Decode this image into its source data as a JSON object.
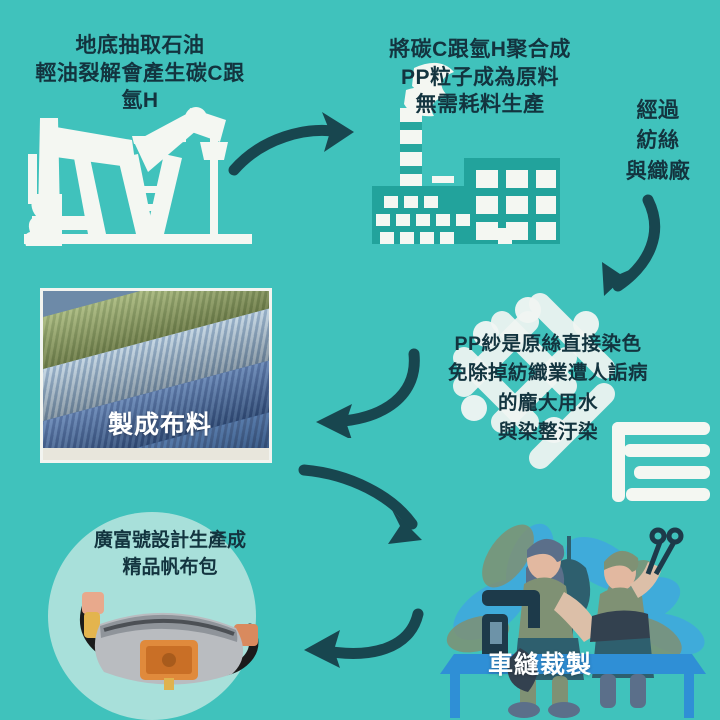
{
  "background_color": "#40c2bc",
  "ink_color": "#13343f",
  "steps": [
    {
      "id": "oil-extraction",
      "caption": "地底抽取石油\n輕油裂解會產生碳C跟\n氫H",
      "icon": "oil-pumpjack-icon"
    },
    {
      "id": "polymerization",
      "caption": "將碳C跟氫H聚合成\nPP粒子成為原料\n無需耗料生產",
      "icon": "factory-icon"
    },
    {
      "id": "spinning-weaving",
      "caption": "經過\n紡絲\n與織廠",
      "icon": "none"
    },
    {
      "id": "dope-dyeing",
      "caption": "PP紗是原絲直接染色\n免除掉紡織業遭人詬病\n的龐大用水\n與染整汙染",
      "icon": "yarn-weave-icon"
    },
    {
      "id": "fabric",
      "label": "製成布料",
      "icon": "fabric-rolls-photo"
    },
    {
      "id": "sewing",
      "label": "車縫裁製",
      "icon": "tailors-illustration"
    },
    {
      "id": "finished-bag",
      "caption": "廣富號設計生產成\n精品帆布包",
      "icon": "belt-bag-photo"
    }
  ],
  "arrows": [
    {
      "name": "arrow-oil-to-factory",
      "direction": "right"
    },
    {
      "name": "arrow-factory-to-yarn",
      "direction": "down"
    },
    {
      "name": "arrow-yarn-to-fabric",
      "direction": "left"
    },
    {
      "name": "arrow-fabric-to-sewing",
      "direction": "down-right"
    },
    {
      "name": "arrow-sewing-to-bag",
      "direction": "left"
    }
  ]
}
